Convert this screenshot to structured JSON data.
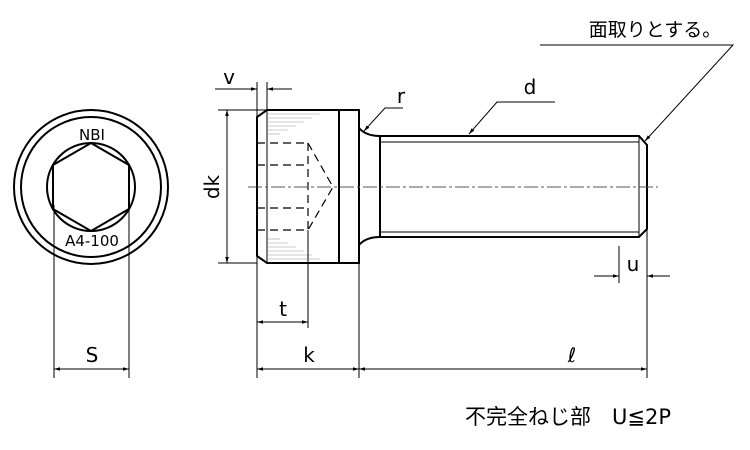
{
  "labels": {
    "v": "v",
    "dk": "dk",
    "t": "t",
    "k": "k",
    "s": "S",
    "r": "r",
    "d": "d",
    "u": "u",
    "l": "ℓ",
    "chamfer_note": "面取りとする。",
    "footer_note": "不完全ねじ部　U≦2P"
  },
  "head_markings": {
    "brand": "NBI",
    "grade": "A4-100"
  }
}
